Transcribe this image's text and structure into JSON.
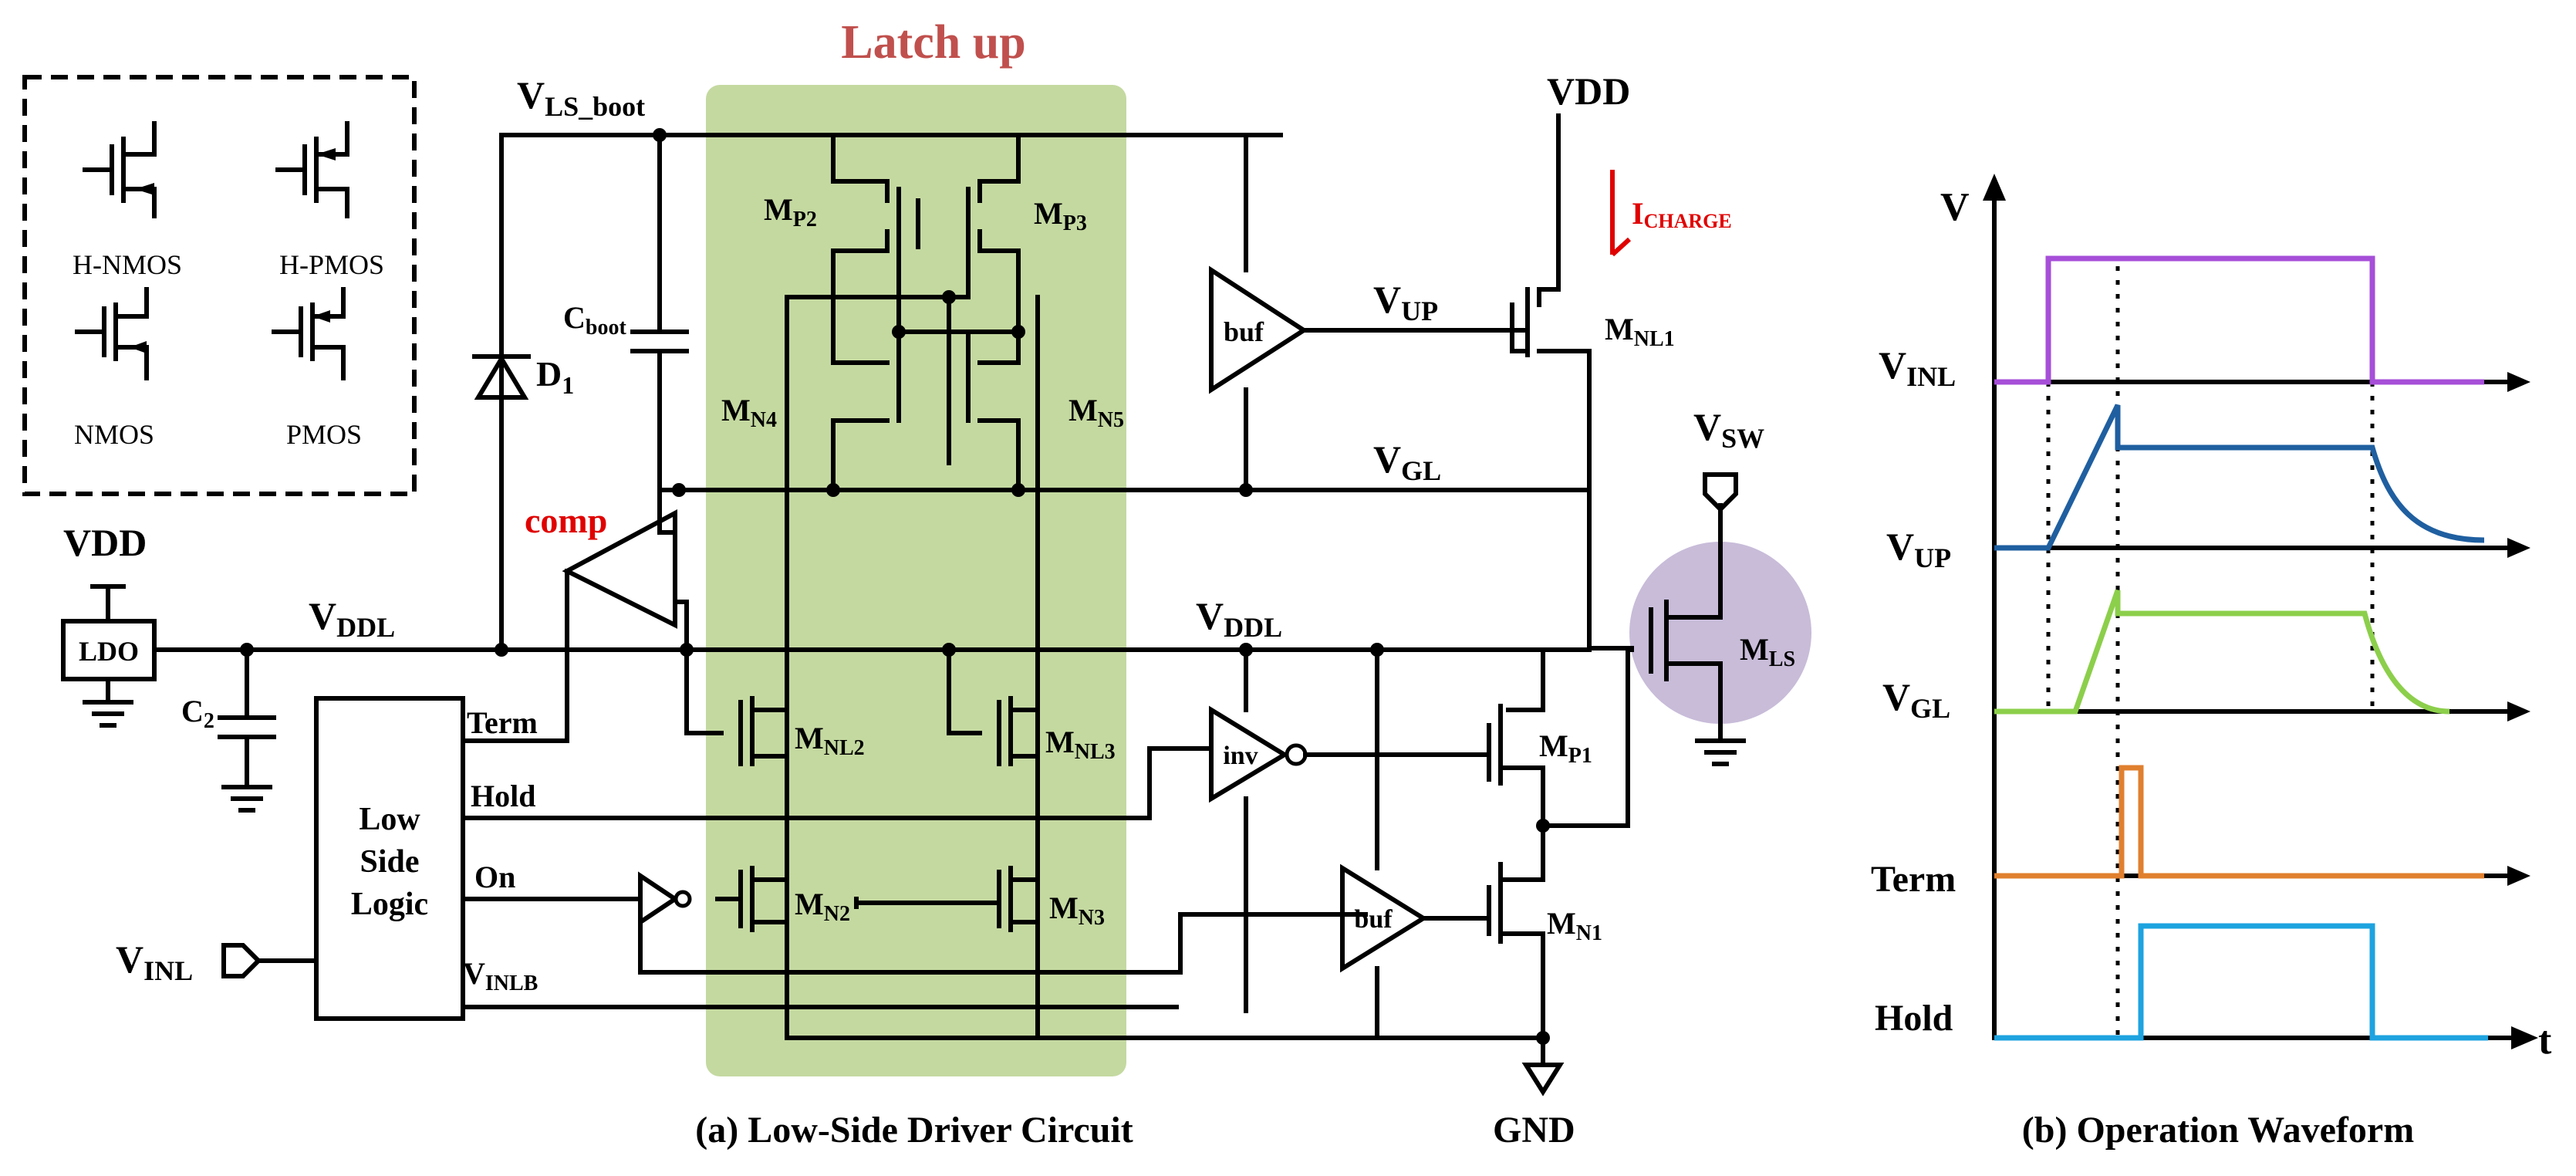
{
  "title_latch": "Latch up",
  "legend": {
    "hnmos": "H-NMOS",
    "hpmos": "H-PMOS",
    "nmos": "NMOS",
    "pmos": "PMOS"
  },
  "labels": {
    "vls_boot": "V",
    "vls_boot_sub": "LS_boot",
    "vdd_top": "VDD",
    "icharge": "I",
    "icharge_sub": "CHARGE",
    "cboot": "C",
    "cboot_sub": "boot",
    "d1": "D",
    "d1_sub": "1",
    "mp2": "M",
    "mp2_sub": "P2",
    "mp3": "M",
    "mp3_sub": "P3",
    "mn4": "M",
    "mn4_sub": "N4",
    "mn5": "M",
    "mn5_sub": "N5",
    "buf": "buf",
    "vup": "V",
    "vup_sub": "UP",
    "mnl1": "M",
    "mnl1_sub": "NL1",
    "vgl": "V",
    "vgl_sub": "GL",
    "vsw": "V",
    "vsw_sub": "SW",
    "comp": "comp",
    "vdd_left": "VDD",
    "ldo": "LDO",
    "vddl1": "V",
    "vddl1_sub": "DDL",
    "vddl2": "V",
    "vddl2_sub": "DDL",
    "c2": "C",
    "c2_sub": "2",
    "term": "Term",
    "hold": "Hold",
    "on": "On",
    "vinlb": "V",
    "vinlb_sub": "INLB",
    "logic1": "Low",
    "logic2": "Side",
    "logic3": "Logic",
    "vinl": "V",
    "vinl_sub": "INL",
    "mnl2": "M",
    "mnl2_sub": "NL2",
    "mnl3": "M",
    "mnl3_sub": "NL3",
    "mn2": "M",
    "mn2_sub": "N2",
    "mn3": "M",
    "mn3_sub": "N3",
    "inv": "inv",
    "mp1": "M",
    "mp1_sub": "P1",
    "mn1": "M",
    "mn1_sub": "N1",
    "mls": "M",
    "mls_sub": "LS",
    "gnd": "GND",
    "caption_a": "(a) Low-Side Driver Circuit",
    "caption_b": "(b) Operation Waveform"
  },
  "waveform": {
    "y_axis": "V",
    "x_axis": "t",
    "rows": [
      {
        "name": "V",
        "sub": "INL",
        "color": "#a64ed8"
      },
      {
        "name": "V",
        "sub": "UP",
        "color": "#1f5fa0"
      },
      {
        "name": "V",
        "sub": "GL",
        "color": "#8ccf4b"
      },
      {
        "name": "Term",
        "sub": "",
        "color": "#e0802f"
      },
      {
        "name": "Hold",
        "sub": "",
        "color": "#1ea3e0"
      }
    ]
  },
  "colors": {
    "latch_box": "#c4d9a0",
    "latch_title": "#c0504d",
    "red_label": "#e00000",
    "mls_circle": "#c8bcd9"
  }
}
